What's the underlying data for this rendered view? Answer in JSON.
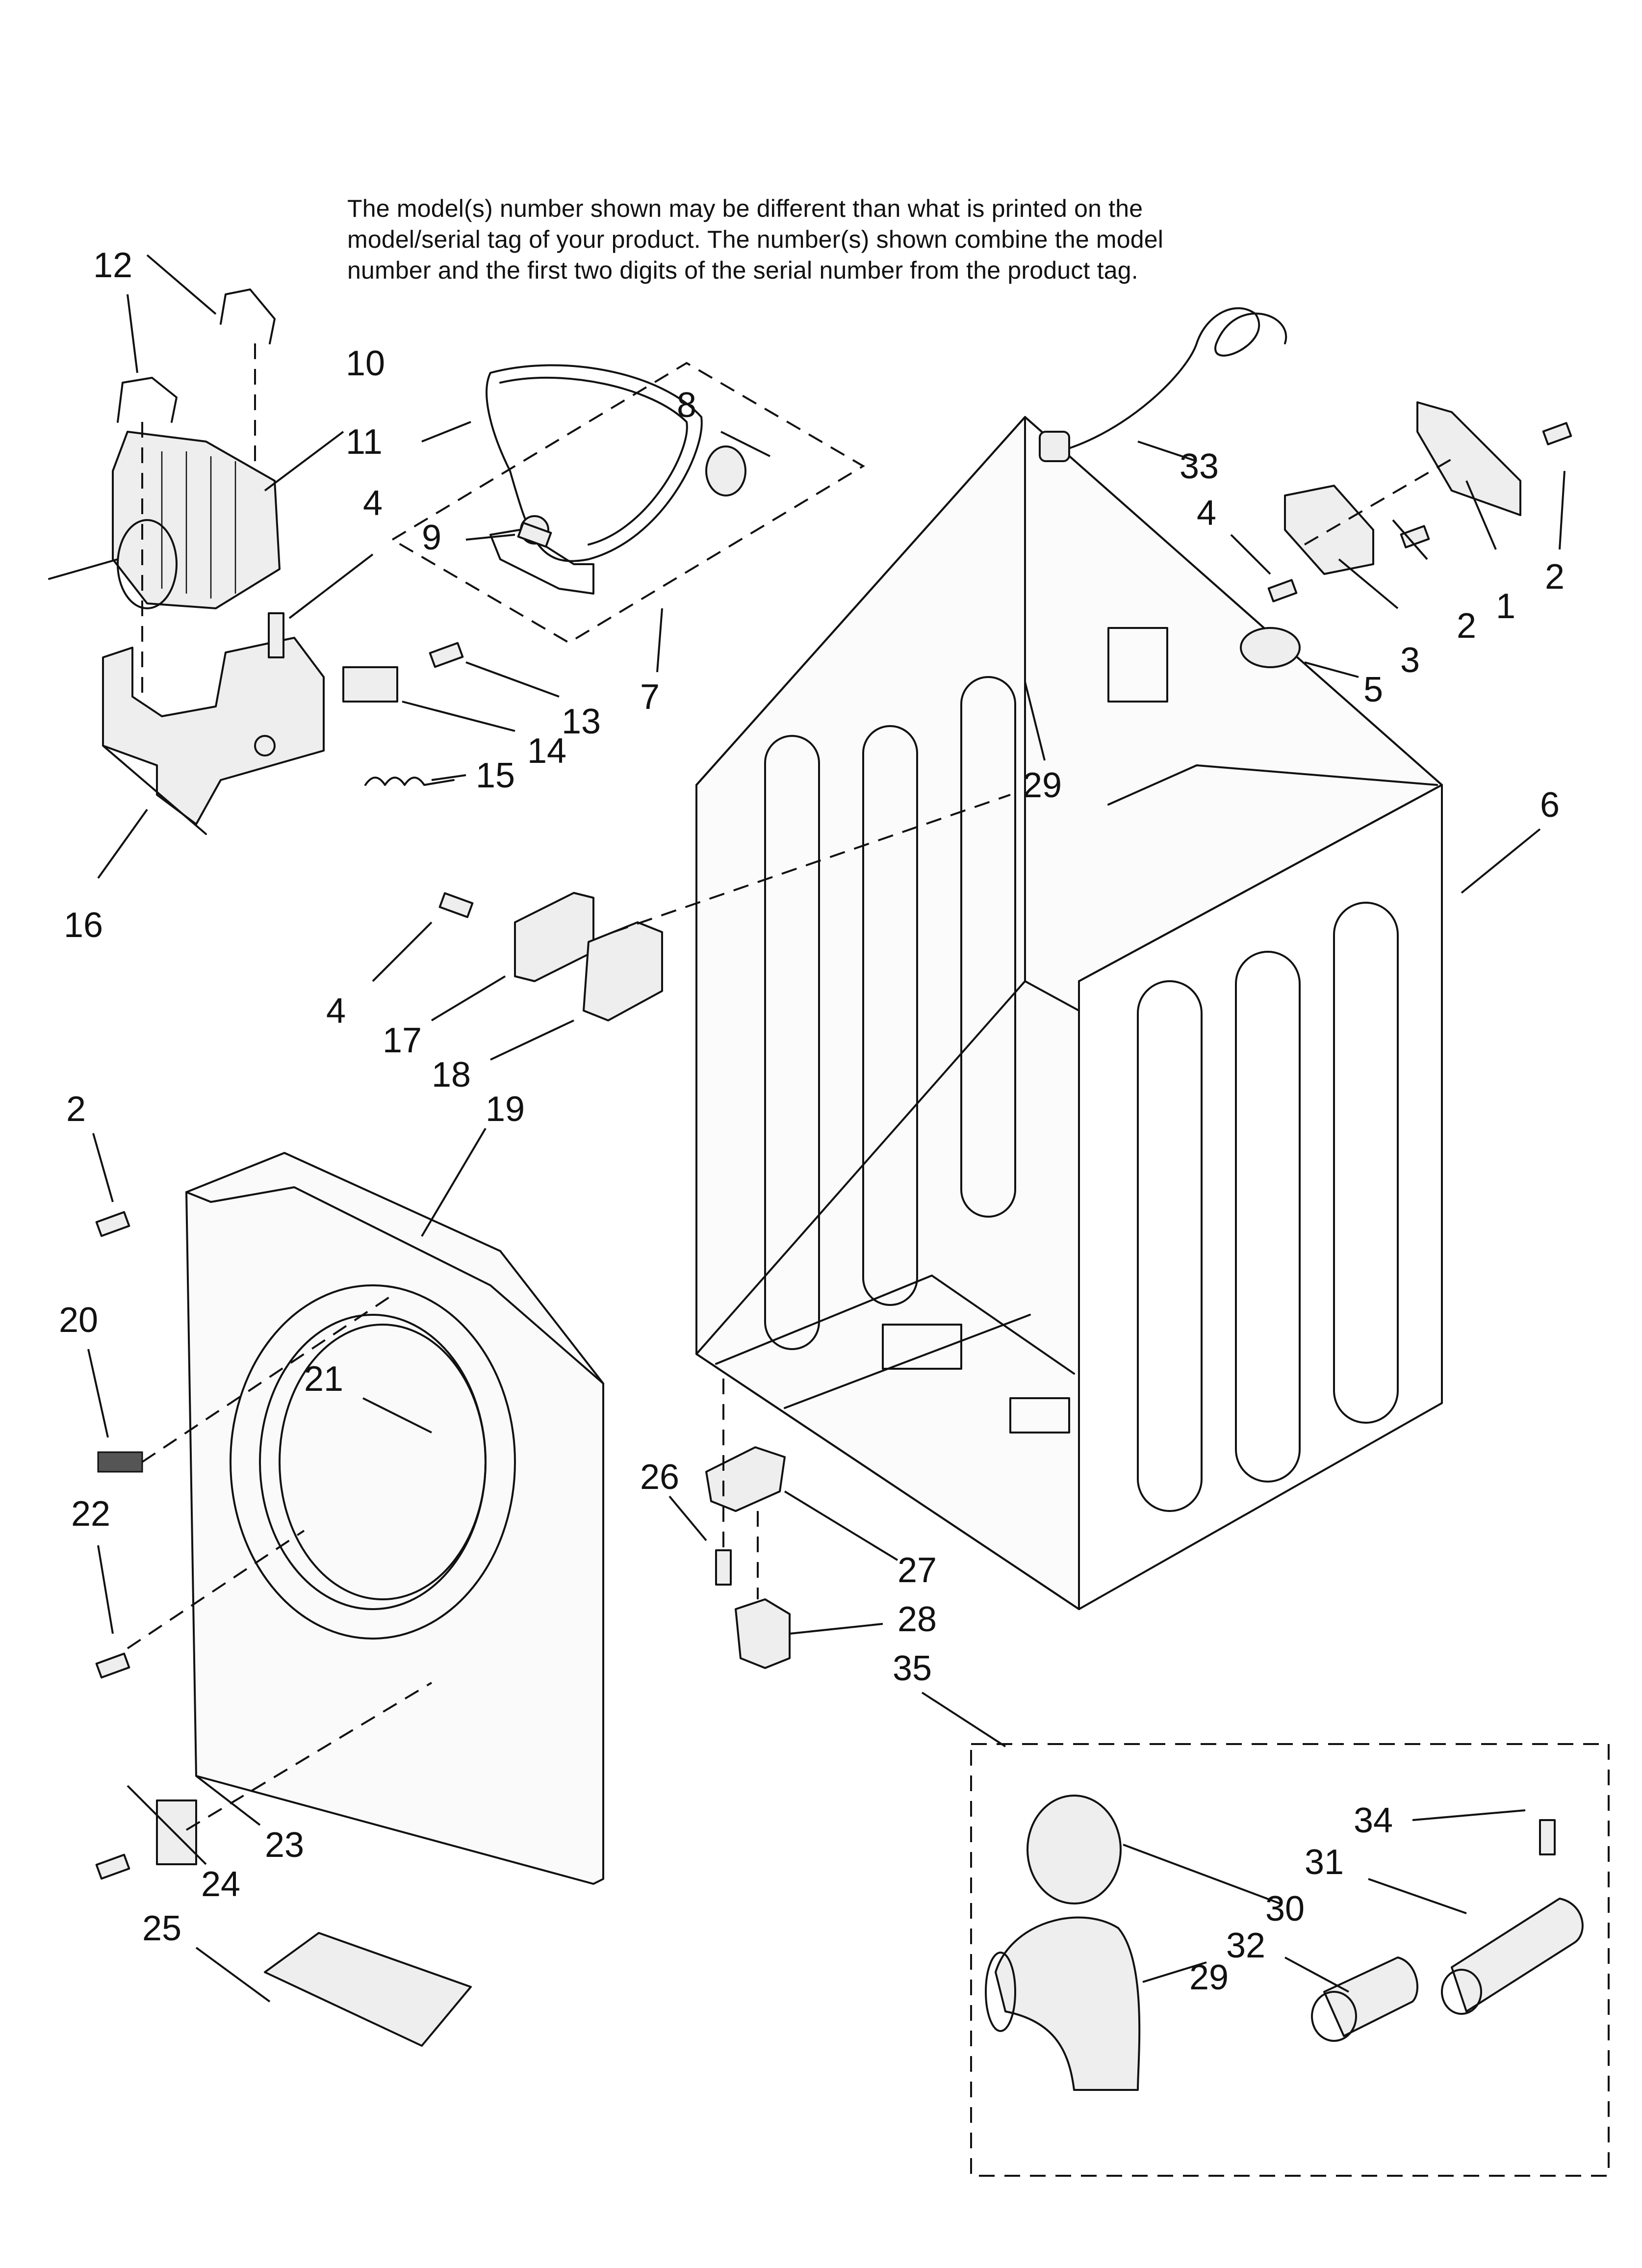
{
  "note": {
    "lines": [
      "The model(s) number shown may be different than what is printed on the",
      "model/serial tag of your product. The number(s) shown combine the model",
      "number and the first two digits of the serial number from the product tag."
    ]
  },
  "callouts": [
    {
      "id": "c12",
      "text": "12"
    },
    {
      "id": "c10",
      "text": "10"
    },
    {
      "id": "c11",
      "text": "11"
    },
    {
      "id": "c8",
      "text": "8"
    },
    {
      "id": "c9",
      "text": "9"
    },
    {
      "id": "c4a",
      "text": "4"
    },
    {
      "id": "c7",
      "text": "7"
    },
    {
      "id": "c13",
      "text": "13"
    },
    {
      "id": "c14",
      "text": "14"
    },
    {
      "id": "c15",
      "text": "15"
    },
    {
      "id": "c16",
      "text": "16"
    },
    {
      "id": "c33",
      "text": "33"
    },
    {
      "id": "c4b",
      "text": "4"
    },
    {
      "id": "c2a",
      "text": "2"
    },
    {
      "id": "c1",
      "text": "1"
    },
    {
      "id": "c2b",
      "text": "2"
    },
    {
      "id": "c3",
      "text": "3"
    },
    {
      "id": "c5",
      "text": "5"
    },
    {
      "id": "c29a",
      "text": "29"
    },
    {
      "id": "c6",
      "text": "6"
    },
    {
      "id": "c4c",
      "text": "4"
    },
    {
      "id": "c17",
      "text": "17"
    },
    {
      "id": "c18",
      "text": "18"
    },
    {
      "id": "c2c",
      "text": "2"
    },
    {
      "id": "c19",
      "text": "19"
    },
    {
      "id": "c20",
      "text": "20"
    },
    {
      "id": "c21",
      "text": "21"
    },
    {
      "id": "c22",
      "text": "22"
    },
    {
      "id": "c26",
      "text": "26"
    },
    {
      "id": "c27",
      "text": "27"
    },
    {
      "id": "c28",
      "text": "28"
    },
    {
      "id": "c35",
      "text": "35"
    },
    {
      "id": "c23",
      "text": "23"
    },
    {
      "id": "c24",
      "text": "24"
    },
    {
      "id": "c25",
      "text": "25"
    },
    {
      "id": "c34",
      "text": "34"
    },
    {
      "id": "c31",
      "text": "31"
    },
    {
      "id": "c30",
      "text": "30"
    },
    {
      "id": "c32",
      "text": "32"
    },
    {
      "id": "c29b",
      "text": "29"
    }
  ]
}
